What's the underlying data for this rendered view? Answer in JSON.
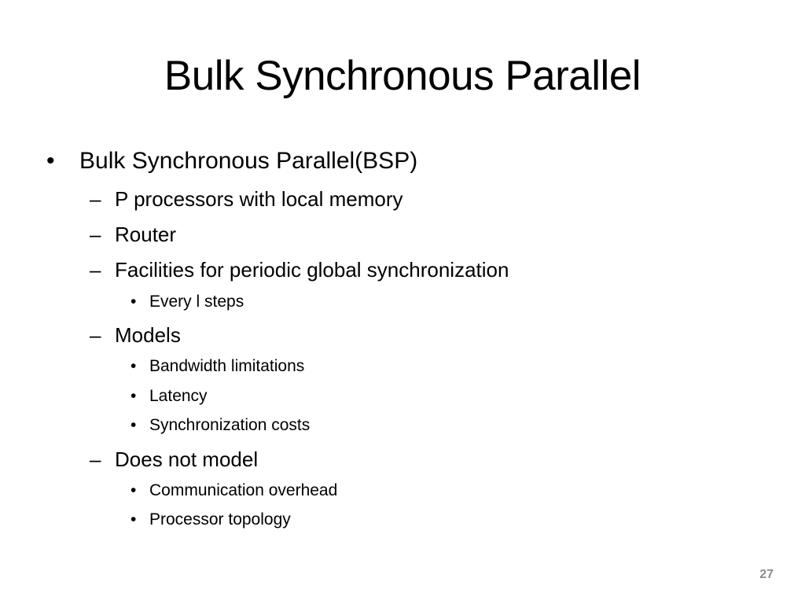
{
  "slide": {
    "title": "Bulk Synchronous Parallel",
    "page_number": "27",
    "bullet_markers": {
      "level1": "•",
      "level2": "–",
      "level3": "•"
    },
    "items": [
      {
        "level": 1,
        "text": "Bulk Synchronous Parallel(BSP)"
      },
      {
        "level": 2,
        "text": "P processors with local memory"
      },
      {
        "level": 2,
        "text": "Router"
      },
      {
        "level": 2,
        "text": "Facilities for periodic global synchronization"
      },
      {
        "level": 3,
        "text": "Every l steps"
      },
      {
        "level": 2,
        "text": "Models"
      },
      {
        "level": 3,
        "text": "Bandwidth limitations"
      },
      {
        "level": 3,
        "text": "Latency"
      },
      {
        "level": 3,
        "text": "Synchronization costs"
      },
      {
        "level": 2,
        "text": "Does not model"
      },
      {
        "level": 3,
        "text": "Communication overhead"
      },
      {
        "level": 3,
        "text": "Processor topology"
      }
    ]
  }
}
